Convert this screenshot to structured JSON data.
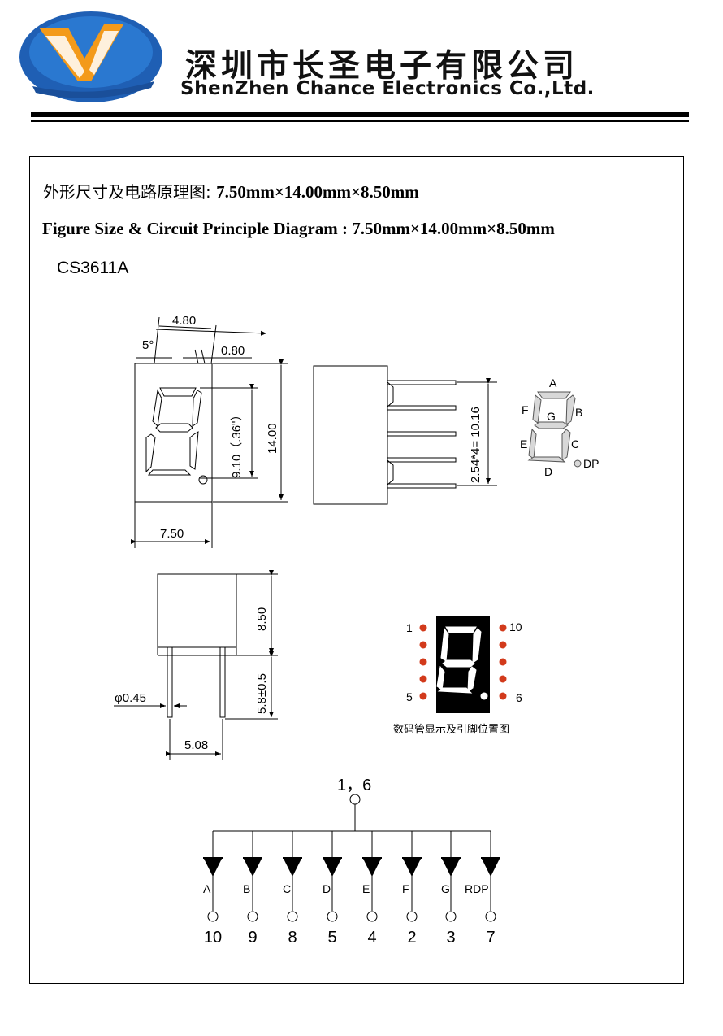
{
  "company": {
    "name_cn": "深圳市长圣电子有限公司",
    "name_en": "ShenZhen Chance Electronics Co.,Ltd."
  },
  "titles": {
    "cn_label": "外形尺寸及电路原理图:",
    "cn_dims": "7.50mm×14.00mm×8.50mm",
    "en": "Figure Size & Circuit Principle Diagram : 7.50mm×14.00mm×8.50mm"
  },
  "model": "CS3611A",
  "dimensions": {
    "top_width": "4.80",
    "angle": "5°",
    "seg_width": "0.80",
    "digit_height": "9.10（.36\"）",
    "height": "14.00",
    "width": "7.50",
    "pitch": "2.54*4= 10.16",
    "depth": "8.50",
    "pin_length": "5.8±0.5",
    "pin_diameter": "φ0.45",
    "row_spacing": "5.08"
  },
  "segment_labels": {
    "a": "A",
    "b": "B",
    "c": "C",
    "d": "D",
    "e": "E",
    "f": "F",
    "g": "G",
    "dp": "DP"
  },
  "pin_view": {
    "pin_1": "1",
    "pin_5": "5",
    "pin_6": "6",
    "pin_10": "10",
    "caption": "数码管显示及引脚位置图"
  },
  "circuit": {
    "common_pins": "1，6",
    "diodes": [
      {
        "seg": "A",
        "pin": "10"
      },
      {
        "seg": "B",
        "pin": "9"
      },
      {
        "seg": "C",
        "pin": "8"
      },
      {
        "seg": "D",
        "pin": "5"
      },
      {
        "seg": "E",
        "pin": "4"
      },
      {
        "seg": "F",
        "pin": "2"
      },
      {
        "seg": "G",
        "pin": "3"
      },
      {
        "seg": "RDP",
        "pin": "7"
      }
    ]
  },
  "colors": {
    "pin_dot": "#d23a1b",
    "display_bg": "#000000",
    "logo_blue": "#1f5fb4",
    "logo_orange": "#f39a1a"
  }
}
